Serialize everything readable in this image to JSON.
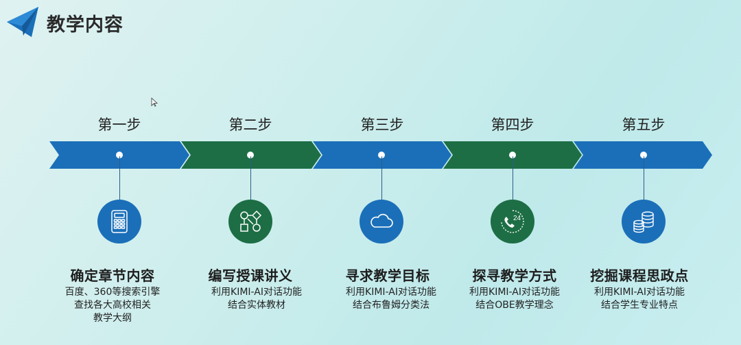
{
  "header": {
    "title": "教学内容",
    "logo_icon": "paper-plane-icon"
  },
  "colors": {
    "blue": "#1b6fb9",
    "green": "#1d6e45",
    "title": "#2a2a2a"
  },
  "steps": [
    {
      "label": "第一步",
      "heading": "确定章节内容",
      "desc": [
        "百度、360等搜索引擎",
        "查找各大高校相关",
        "教学大纲"
      ],
      "icon": "calculator-icon",
      "color": "blue"
    },
    {
      "label": "第二步",
      "heading": "编写授课讲义",
      "desc": [
        "利用KIMI-AI对话功能",
        "结合实体教材"
      ],
      "icon": "flowchart-shapes-icon",
      "color": "green"
    },
    {
      "label": "第三步",
      "heading": "寻求教学目标",
      "desc": [
        "利用KIMI-AI对话功能",
        "结合布鲁姆分类法"
      ],
      "icon": "cloud-icon",
      "color": "blue"
    },
    {
      "label": "第四步",
      "heading": "探寻教学方式",
      "desc": [
        "利用KIMI-AI对话功能",
        "结合OBE教学理念"
      ],
      "icon": "phone-24-icon",
      "color": "green"
    },
    {
      "label": "第五步",
      "heading": "挖掘课程思政点",
      "desc": [
        "利用KIMI-AI对话功能",
        "结合学生专业特点"
      ],
      "icon": "coin-stack-icon",
      "color": "blue"
    }
  ]
}
